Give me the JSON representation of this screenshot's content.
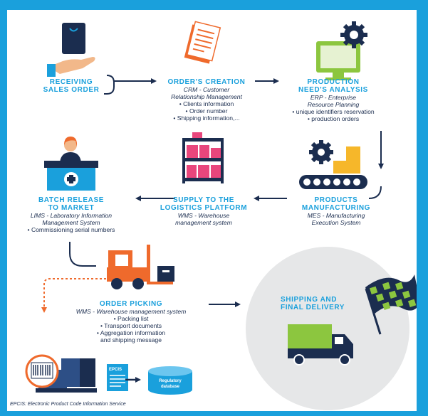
{
  "steps": {
    "receiving": {
      "title_1": "RECEIVING",
      "title_2": "SALES ORDER"
    },
    "orders_creation": {
      "title": "ORDER'S CREATION",
      "system_1": "CRM - Customer",
      "system_2": "Relationship Management",
      "items": [
        "• Clients information",
        "• Order number",
        "• Shipping information,..."
      ]
    },
    "production_need": {
      "title_1": "PRODUCTION",
      "title_2": "NEED'S ANALYSIS",
      "system_1": "ERP - Enterprise",
      "system_2": "Resource Planning",
      "items": [
        "• unique identifiers reservation",
        "• production orders"
      ]
    },
    "products_manufacturing": {
      "title_1": "PRODUCTS",
      "title_2": "MANUFACTURING",
      "system_1": "MES - Manufacturing",
      "system_2": "Execution System"
    },
    "supply": {
      "title_1": "SUPPLY TO THE",
      "title_2": "LOGISTICS PLATFORM",
      "system_1": "WMS - Warehouse",
      "system_2": "management system"
    },
    "batch_release": {
      "title_1": "BATCH RELEASE",
      "title_2": "TO MARKET",
      "system_1": "LIMS - Laboratory Information",
      "system_2": "Management System",
      "items": [
        "• Commissioning serial numbers"
      ]
    },
    "order_picking": {
      "title": "ORDER PICKING",
      "system": "WMS - Warehouse management system",
      "items": [
        "• Packing list",
        "• Transport documents",
        "• Aggregation information",
        "and shipping message"
      ]
    },
    "shipping": {
      "title_1": "SHIPPING AND",
      "title_2": "FINAL DELIVERY"
    }
  },
  "icons": {
    "epcis_label": "EPCIS",
    "regulatory_1": "Regulatory",
    "regulatory_2": "database"
  },
  "footnote": "EPCIS: Electronic Product Code Information Service",
  "colors": {
    "accent_blue": "#1aa0dc",
    "navy": "#1b2d4f",
    "orange": "#ef6a2c",
    "pink": "#e8467c",
    "green": "#8cc63f",
    "gold": "#f6b72a"
  }
}
